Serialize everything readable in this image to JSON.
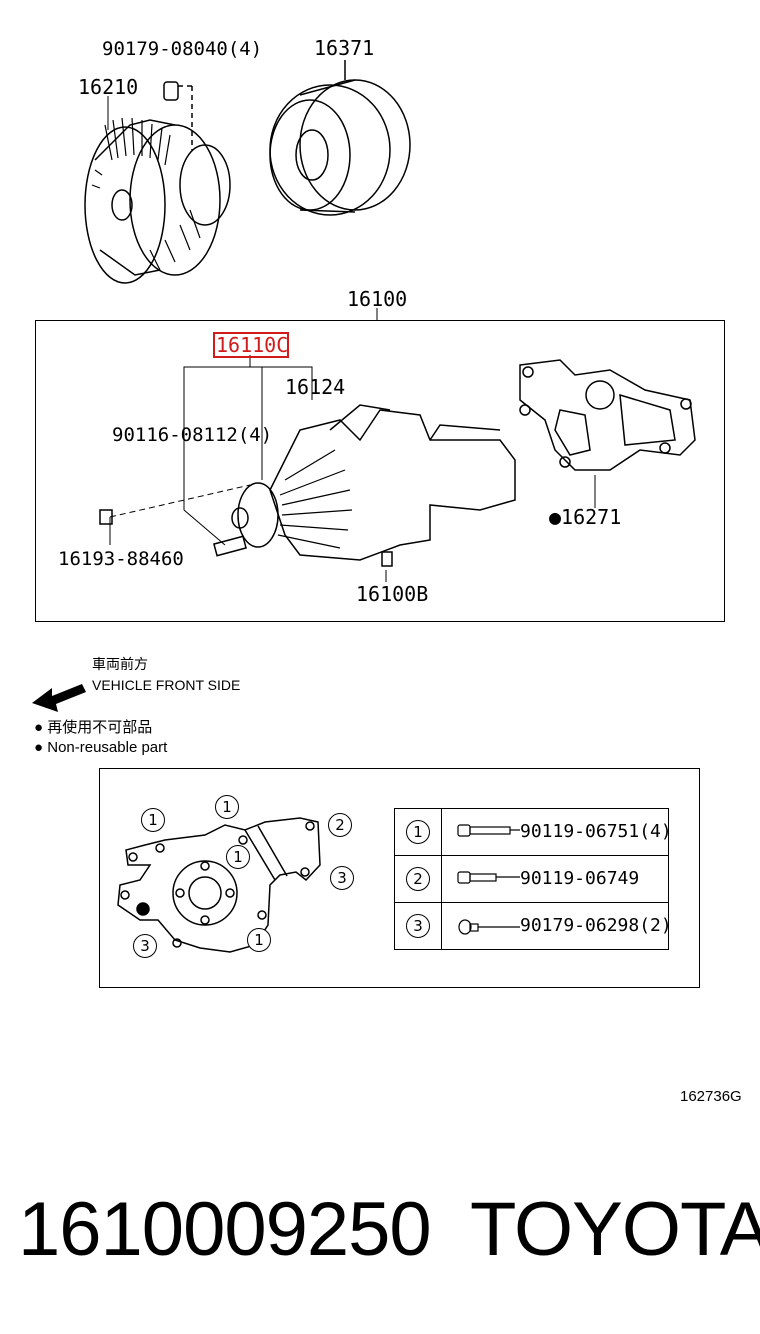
{
  "labels": {
    "bolt_top": "90179-08040(4)",
    "fan_clutch": "16210",
    "pulley": "16371",
    "assembly": "16100",
    "pump": "16110C",
    "stud": "16124",
    "bolt_set": "90116-08112(4)",
    "gasket": "●16271",
    "plug": "16193-88460",
    "drain": "16100B"
  },
  "notes": {
    "front_jp": "車両前方",
    "front_en": "VEHICLE FRONT SIDE",
    "nonreuse_jp": "再使用不可部品",
    "nonreuse_en": "Non-reusable part"
  },
  "callouts": {
    "c1": "1",
    "c2": "2",
    "c3": "3"
  },
  "legend": [
    {
      "num": "1",
      "part": "90119-06751(4)"
    },
    {
      "num": "2",
      "part": "90119-06749"
    },
    {
      "num": "3",
      "part": "90179-06298(2)"
    }
  ],
  "figure_id": "162736G",
  "footer": {
    "part_number": "1610009250",
    "brand": "TOYOTA"
  },
  "colors": {
    "highlight": "#d11a1a"
  }
}
